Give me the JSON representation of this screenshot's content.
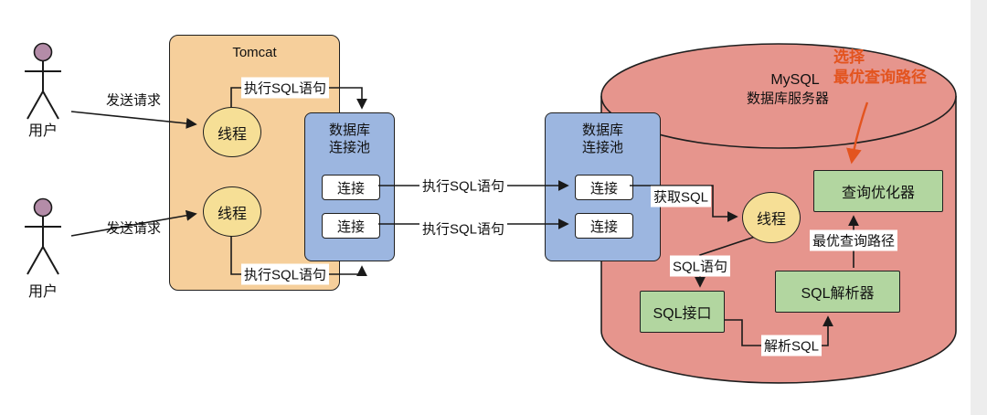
{
  "actors": [
    {
      "label": "用户",
      "request": "发送请求"
    },
    {
      "label": "用户",
      "request": "发送请求"
    }
  ],
  "tomcat": {
    "title": "Tomcat",
    "threads": [
      {
        "label": "线程"
      },
      {
        "label": "线程"
      }
    ]
  },
  "pools": [
    {
      "title": "数据库\n连接池",
      "connections": [
        {
          "label": "连接"
        },
        {
          "label": "连接"
        }
      ]
    },
    {
      "title": "数据库\n连接池",
      "connections": [
        {
          "label": "连接"
        },
        {
          "label": "连接"
        }
      ]
    }
  ],
  "edges": {
    "exec_sql_top": "执行SQL语句",
    "exec_sql_bottom": "执行SQL语句",
    "exec_sql_mid_top": "执行SQL语句",
    "exec_sql_mid_bottom": "执行SQL语句",
    "get_sql": "获取SQL",
    "sql_statement": "SQL语句",
    "parse_sql": "解析SQL",
    "optimal_path": "最优查询路径"
  },
  "mysql": {
    "title_line1": "MySQL",
    "title_line2": "数据库服务器",
    "thread": {
      "label": "线程"
    },
    "sql_interface": "SQL接口",
    "sql_parser": "SQL解析器",
    "query_optimizer": "查询优化器",
    "annotation": "选择\n最优查询路径"
  },
  "colors": {
    "tomcat_fill": "#f6cf9b",
    "pool_fill": "#9cb6e0",
    "thread_fill": "#f6df96",
    "connection_fill": "#ffffff",
    "mysql_fill": "#e6958d",
    "component_fill": "#b2d6a0",
    "annotation_text": "#e3541f",
    "line": "#1a1a1a"
  }
}
